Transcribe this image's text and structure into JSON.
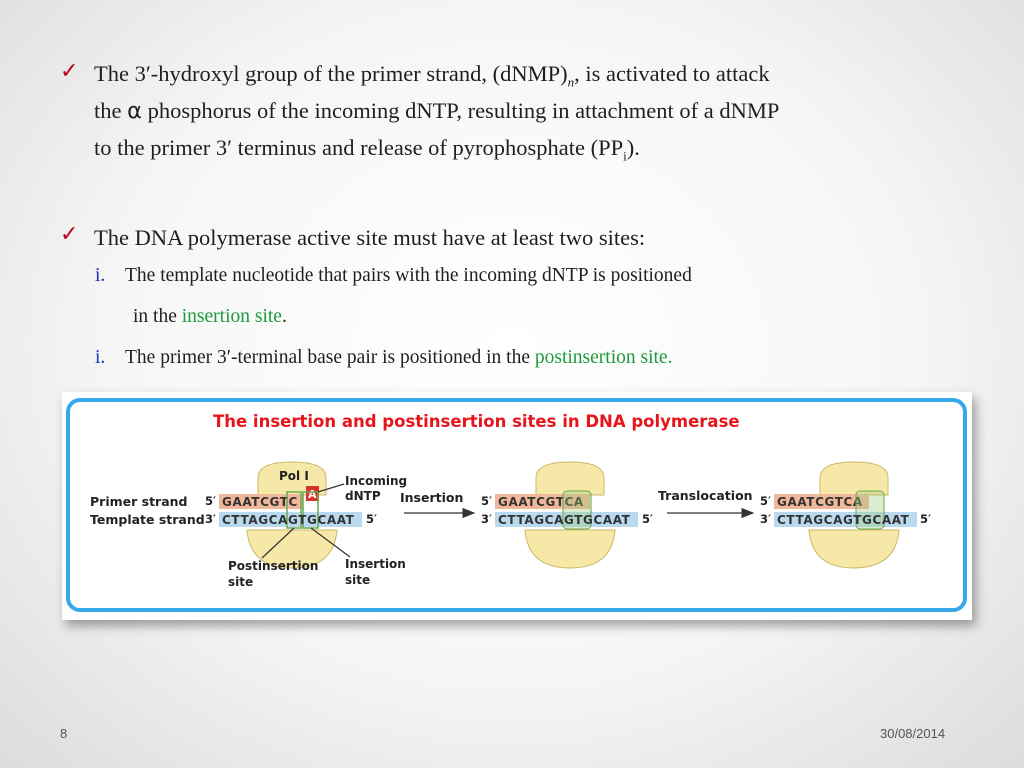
{
  "bullets": {
    "first": {
      "line1_a": "The 3′-hydroxyl group of the primer strand, (dNMP)",
      "line1_sub": "n",
      "line1_b": ", is activated to attack",
      "line2_a": "the ",
      "line2_alpha": "α",
      "line2_b": " phosphorus of the incoming dNTP, resulting in attachment of a dNMP",
      "line3_a": "to the primer 3′ terminus and release of pyrophosphate (PP",
      "line3_sub": "i",
      "line3_b": ")."
    },
    "second": {
      "text": "The DNA polymerase active site must have at least two sites:",
      "items": [
        {
          "marker": "i.",
          "text_a": "The template nucleotide that pairs with the incoming dNTP is positioned",
          "text_b": "in the ",
          "highlight": "insertion site",
          "text_c": "."
        },
        {
          "marker": "i.",
          "text_a": "The primer 3′-terminal base pair is positioned in the ",
          "highlight": "postinsertion site."
        }
      ]
    }
  },
  "figure": {
    "title": "The insertion and postinsertion sites in DNA polymerase",
    "labels": {
      "primer_strand": "Primer strand",
      "template_strand": "Template strand",
      "pol": "Pol I",
      "incoming_1": "Incoming",
      "incoming_2": "dNTP",
      "insertion_arrow": "Insertion",
      "translocation_arrow": "Translocation",
      "postinsertion_1": "Postinsertion",
      "postinsertion_2": "site",
      "insertion_site_1": "Insertion",
      "insertion_site_2": "site",
      "five_prime": "5′",
      "three_prime": "3′"
    },
    "sequences": {
      "primer_1": "GAATCGTC",
      "incoming_base": "A",
      "template": "CTTAGCAGTGCAAT",
      "primer_2": "GAATCGTCA",
      "primer_3": "GAATCGTCA"
    },
    "colors": {
      "primer_fill": "#f0b79a",
      "template_fill": "#b9d9ee",
      "enzyme": "#f6e8a6",
      "incoming": "#d8332d",
      "site_highlight": "#9ccc7a"
    }
  },
  "footer": {
    "page_number": "8",
    "date": "30/08/2014"
  }
}
